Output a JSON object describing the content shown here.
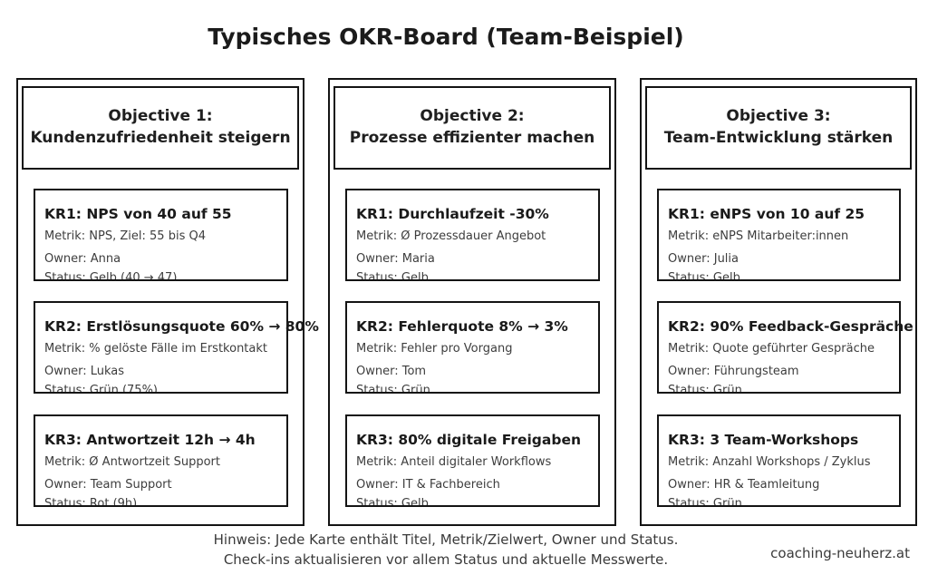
{
  "title": "Typisches OKR-Board (Team-Beispiel)",
  "columns": [
    {
      "header_line1": "Objective 1:",
      "header_line2": "Kundenzufriedenheit steigern",
      "cards": [
        {
          "title": "KR1: NPS von 40 auf 55",
          "metric": "Metrik: NPS, Ziel: 55 bis Q4",
          "owner": "Owner: Anna",
          "status": "Status: Gelb (40 → 47)"
        },
        {
          "title": "KR2: Erstlösungsquote 60% → 80%",
          "metric": "Metrik: % gelöste Fälle im Erstkontakt",
          "owner": "Owner: Lukas",
          "status": "Status: Grün (75%)"
        },
        {
          "title": "KR3: Antwortzeit 12h → 4h",
          "metric": "Metrik: Ø Antwortzeit Support",
          "owner": "Owner: Team Support",
          "status": "Status: Rot (9h)"
        }
      ]
    },
    {
      "header_line1": "Objective 2:",
      "header_line2": "Prozesse effizienter machen",
      "cards": [
        {
          "title": "KR1: Durchlaufzeit -30%",
          "metric": "Metrik: Ø Prozessdauer Angebot",
          "owner": "Owner: Maria",
          "status": "Status: Gelb"
        },
        {
          "title": "KR2: Fehlerquote 8% → 3%",
          "metric": "Metrik: Fehler pro Vorgang",
          "owner": "Owner: Tom",
          "status": "Status: Grün"
        },
        {
          "title": "KR3: 80% digitale Freigaben",
          "metric": "Metrik: Anteil digitaler Workflows",
          "owner": "Owner: IT & Fachbereich",
          "status": "Status: Gelb"
        }
      ]
    },
    {
      "header_line1": "Objective 3:",
      "header_line2": "Team-Entwicklung stärken",
      "cards": [
        {
          "title": "KR1: eNPS von 10 auf 25",
          "metric": "Metrik: eNPS Mitarbeiter:innen",
          "owner": "Owner: Julia",
          "status": "Status: Gelb"
        },
        {
          "title": "KR2: 90% Feedback-Gespräche",
          "metric": "Metrik: Quote geführter Gespräche",
          "owner": "Owner: Führungsteam",
          "status": "Status: Grün"
        },
        {
          "title": "KR3: 3 Team-Workshops",
          "metric": "Metrik: Anzahl Workshops / Zyklus",
          "owner": "Owner: HR & Teamleitung",
          "status": "Status: Grün"
        }
      ]
    }
  ],
  "footer": {
    "line1": "Hinweis: Jede Karte enthält Titel, Metrik/Zielwert, Owner und Status.",
    "line2": "Check-ins aktualisieren vor allem Status und aktuelle Messwerte."
  },
  "watermark": "coaching-neuherz.at",
  "colors": {
    "border": "#141414",
    "title_text": "#1b1b1b",
    "body_text": "#3d3d3d",
    "background": "#ffffff"
  }
}
